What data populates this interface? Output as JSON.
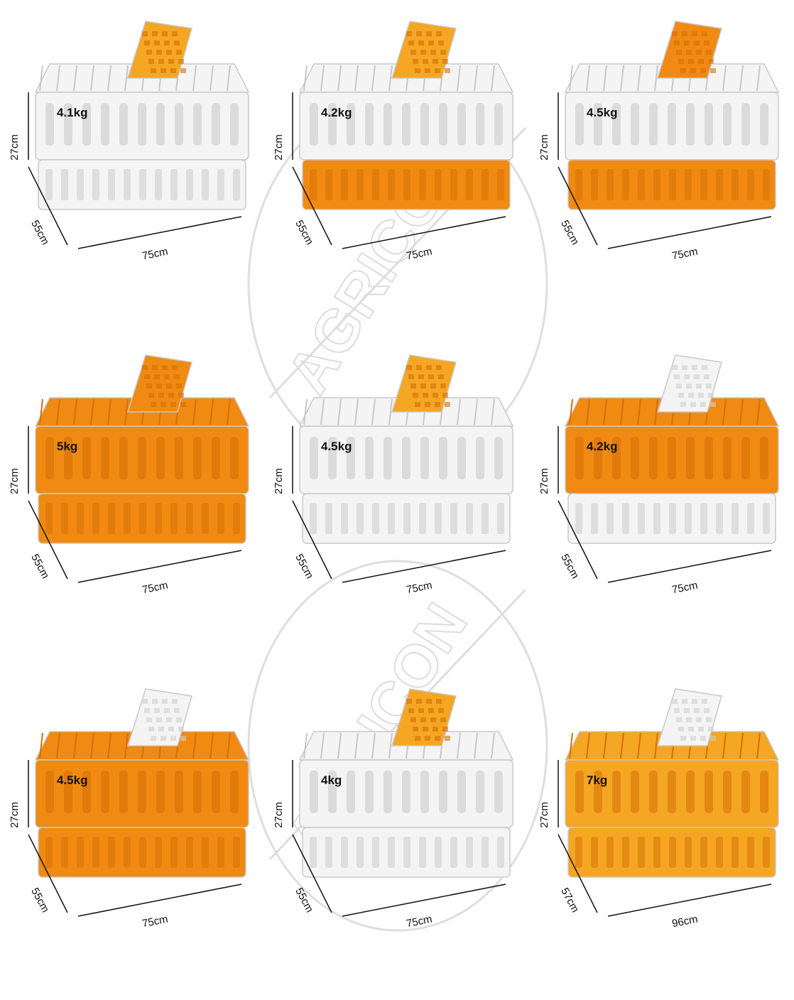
{
  "watermark": {
    "brand": "AGRICON",
    "colors": {
      "mark": "#dcdcdc"
    }
  },
  "colors": {
    "orange": "#f08a12",
    "orange_dark": "#d46f06",
    "yellow": "#f5a623",
    "white": "#f4f4f4",
    "outline": "#c9c9c9"
  },
  "crates": [
    {
      "weight": "4.1kg",
      "height": "27cm",
      "width": "55cm",
      "length": "75cm",
      "body": "white",
      "base": "white",
      "lid": "yellow"
    },
    {
      "weight": "4.2kg",
      "height": "27cm",
      "width": "55cm",
      "length": "75cm",
      "body": "white",
      "base": "orange",
      "lid": "yellow"
    },
    {
      "weight": "4.5kg",
      "height": "27cm",
      "width": "55cm",
      "length": "75cm",
      "body": "white",
      "base": "orange",
      "lid": "orange"
    },
    {
      "weight": "5kg",
      "height": "27cm",
      "width": "55cm",
      "length": "75cm",
      "body": "orange",
      "base": "orange",
      "lid": "orange"
    },
    {
      "weight": "4.5kg",
      "height": "27cm",
      "width": "55cm",
      "length": "75cm",
      "body": "white",
      "base": "white",
      "lid": "yellow"
    },
    {
      "weight": "4.2kg",
      "height": "27cm",
      "width": "55cm",
      "length": "75cm",
      "body": "orange",
      "base": "white",
      "lid": "white"
    },
    {
      "weight": "4.5kg",
      "height": "27cm",
      "width": "55cm",
      "length": "75cm",
      "body": "orange",
      "base": "orange",
      "lid": "white"
    },
    {
      "weight": "4kg",
      "height": "27cm",
      "width": "55cm",
      "length": "75cm",
      "body": "white",
      "base": "white",
      "lid": "yellow"
    },
    {
      "weight": "7kg",
      "height": "27cm",
      "width": "57cm",
      "length": "96cm",
      "body": "yellow",
      "base": "yellow",
      "lid": "white"
    }
  ]
}
